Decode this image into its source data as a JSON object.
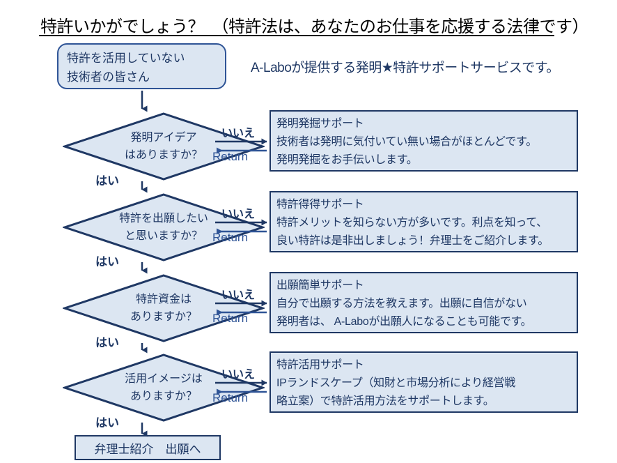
{
  "title": "特許いかがでしょう？　（特許法は、あなたのお仕事を応援する法律です）",
  "subtitle": "A-Laboが提供する発明★特許サポートサービスです。",
  "start": {
    "line1": "特許を活用していない",
    "line2": "技術者の皆さん"
  },
  "end": {
    "label": "弁理士紹介　出願へ"
  },
  "labels": {
    "yes": "はい",
    "no": "いいえ",
    "return": "Return"
  },
  "colors": {
    "fill": "#dce6f2",
    "border": "#1f3864",
    "start_border": "#2f5496",
    "text": "#1f3864",
    "title": "#000000"
  },
  "steps": [
    {
      "decision": {
        "line1": "発明アイデア",
        "line2": "はありますか？"
      },
      "support": {
        "title": "発明発掘サポート",
        "line2": "技術者は発明に気付いてい無い場合がほとんどです。",
        "line3": "発明発掘をお手伝いします。"
      }
    },
    {
      "decision": {
        "line1": "特許を出願したい",
        "line2": "と思いますか？"
      },
      "support": {
        "title": "特許得得サポート",
        "line2": "特許メリットを知らない方が多いです。利点を知って、",
        "line3": "良い特許は是非出しましょう！弁理士をご紹介します。"
      }
    },
    {
      "decision": {
        "line1": "特許資金は",
        "line2": "ありますか？"
      },
      "support": {
        "title": "出願簡単サポート",
        "line2": "自分で出願する方法を教えます。出願に自信がない",
        "line3": "発明者は、 A-Laboが出願人になることも可能です。"
      }
    },
    {
      "decision": {
        "line1": "活用イメージは",
        "line2": "ありますか？"
      },
      "support": {
        "title": "特許活用サポート",
        "line2": "IPランドスケープ（知財と市場分析により経営戦",
        "line3": "略立案）で特許活用方法をサポートします。"
      }
    }
  ]
}
